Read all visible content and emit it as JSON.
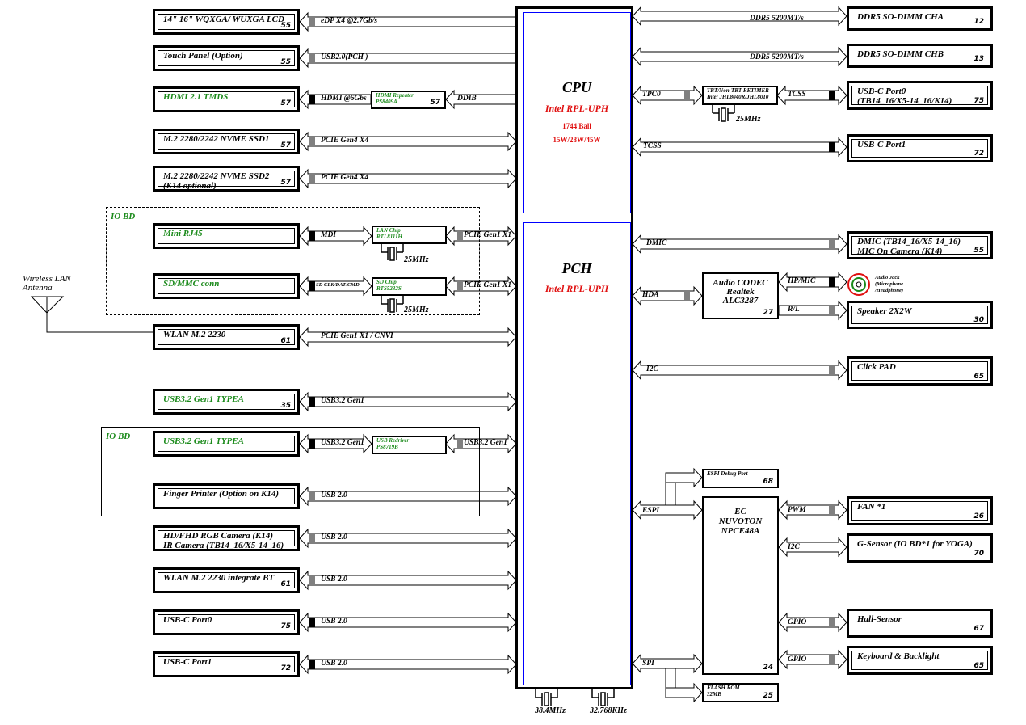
{
  "soc": {
    "cpu": {
      "title": "CPU",
      "model": "Intel RPL-UPH",
      "ball": "1744 Ball",
      "tdp": "15W/28W/45W"
    },
    "pch": {
      "title": "PCH",
      "model": "Intel RPL-UPH"
    },
    "crystals": [
      "38.4MHz",
      "32.768KHz"
    ]
  },
  "io_bd_label": "IO BD",
  "antenna": {
    "label_1": "Wireless LAN",
    "label_2": "Antenna"
  },
  "left_devices": [
    {
      "lines": [
        "14\" 16\" WQXGA/ WUXGA LCD"
      ],
      "page": "55",
      "bus": "eDP X4 @2.7Gb/s"
    },
    {
      "lines": [
        "Touch Panel (Option)"
      ],
      "page": "55",
      "bus": "USB2.0(PCH )"
    },
    {
      "lines": [
        "HDMI 2.1 TMDS"
      ],
      "page": "57",
      "bus": "HDMI @6Gbs",
      "bus2": "DDIB"
    },
    {
      "lines": [
        "M.2 2280/2242 NVME SSD1"
      ],
      "page": "57",
      "bus": "PCIE Gen4 X4"
    },
    {
      "lines": [
        "M.2 2280/2242 NVME SSD2",
        " (K14 optional)"
      ],
      "page": "57",
      "bus": "PCIE Gen4 X4"
    },
    {
      "lines": [
        "Mini RJ45"
      ],
      "page": "",
      "bus": "MDI",
      "bus2": "PCIE Gen1 X1"
    },
    {
      "lines": [
        "SD/MMC conn"
      ],
      "page": "",
      "bus": "SD CLK/DAT/CMD",
      "bus2": "PCIE Gen1 X1"
    },
    {
      "lines": [
        "WLAN M.2 2230"
      ],
      "page": "61",
      "bus": "PCIE Gen1 X1 / CNVI"
    },
    {
      "lines": [
        "USB3.2 Gen1 TYPEA"
      ],
      "page": "35",
      "bus": "USB3.2 Gen1"
    },
    {
      "lines": [
        "USB3.2 Gen1 TYPEA"
      ],
      "page": "",
      "bus": "USB3.2 Gen1",
      "bus2": "USB3.2 Gen1"
    },
    {
      "lines": [
        "Finger Printer (Option on K14)"
      ],
      "page": "",
      "bus": "USB 2.0"
    },
    {
      "lines": [
        "HD/FHD RGB Camera (K14)",
        "IR Camera (TB14_16/X5-14_16)"
      ],
      "page": "",
      "bus": "USB 2.0"
    },
    {
      "lines": [
        "WLAN M.2 2230 integrate BT"
      ],
      "page": "61",
      "bus": "USB 2.0"
    },
    {
      "lines": [
        "USB-C Port0"
      ],
      "page": "75",
      "bus": "USB 2.0"
    },
    {
      "lines": [
        "USB-C Port1"
      ],
      "page": "72",
      "bus": "USB 2.0"
    }
  ],
  "right_devices": [
    {
      "lines": [
        "DDR5 SO-DIMM CHA"
      ],
      "page": "12",
      "bus": "DDR5 5200MT/s"
    },
    {
      "lines": [
        "DDR5 SO-DIMM CHB"
      ],
      "page": "13",
      "bus": "DDR5 5200MT/s"
    },
    {
      "lines": [
        "USB-C Port0",
        " (TB14_16/X5-14_16/K14)"
      ],
      "page": "75",
      "bus": "TPC0",
      "bus2": "TCSS"
    },
    {
      "lines": [
        "USB-C Port1"
      ],
      "page": "72",
      "bus": "TCSS"
    },
    {
      "lines": [
        "DMIC (TB14_16/X5-14_16)",
        "MIC On Camera  (K14)"
      ],
      "page": "55",
      "bus": "DMIC"
    },
    {
      "lines": [
        "Speaker 2X2W"
      ],
      "page": "30",
      "bus": "R/L"
    },
    {
      "lines": [
        "Click PAD"
      ],
      "page": "65",
      "bus": "I2C"
    },
    {
      "lines": [
        "FAN *1"
      ],
      "page": "26",
      "bus": "PWM"
    },
    {
      "lines": [
        "G-Sensor (IO BD*1 for YOGA)"
      ],
      "page": "70",
      "bus": "I2C"
    },
    {
      "lines": [
        "Hall-Sensor"
      ],
      "page": "67",
      "bus": "GPIO"
    },
    {
      "lines": [
        "Keyboard & Backlight"
      ],
      "page": "65",
      "bus": "GPIO"
    }
  ],
  "chips": {
    "hdmi_repeater": {
      "lines": [
        "HDMI Repeater",
        "PS8409A"
      ],
      "page": "57"
    },
    "lan": {
      "lines": [
        "LAN Chip",
        "RTL8111H"
      ],
      "crystal": "25MHz"
    },
    "sd": {
      "lines": [
        "SD Chip",
        "RTS5232S"
      ],
      "crystal": "25MHz"
    },
    "usb_redriver": {
      "lines": [
        "USB Redriver",
        "PS8719B"
      ]
    },
    "retimer": {
      "lines": [
        "TBT/Non-TBT  RETIMER",
        "Intel JHL8040R/JHL8010"
      ],
      "crystal": "25MHz"
    },
    "audio_codec": {
      "lines": [
        "Audio CODEC",
        "Realtek",
        "ALC3287"
      ],
      "page": "27",
      "bus": "HDA",
      "bus2": "HP/MIC"
    },
    "audio_jack": {
      "lines": [
        "Audio Jack",
        "(Microphone",
        "/Headphone)"
      ]
    },
    "ec": {
      "lines": [
        "EC",
        "NUVOTON",
        "NPCE48A"
      ],
      "page": "24",
      "bus": "ESPI",
      "bus2": "SPI"
    },
    "espi_debug": {
      "lines": [
        "ESPI Debug Port"
      ],
      "page": "68"
    },
    "flash_rom": {
      "lines": [
        "FLASH ROM",
        "32MB"
      ],
      "page": "25"
    }
  },
  "colors": {
    "green": "#1a8a1a",
    "red": "#e01010",
    "blue": "#0000ff",
    "marker_gray": "#808080",
    "jack_red": "#e01010",
    "jack_green": "#1a8a1a"
  }
}
